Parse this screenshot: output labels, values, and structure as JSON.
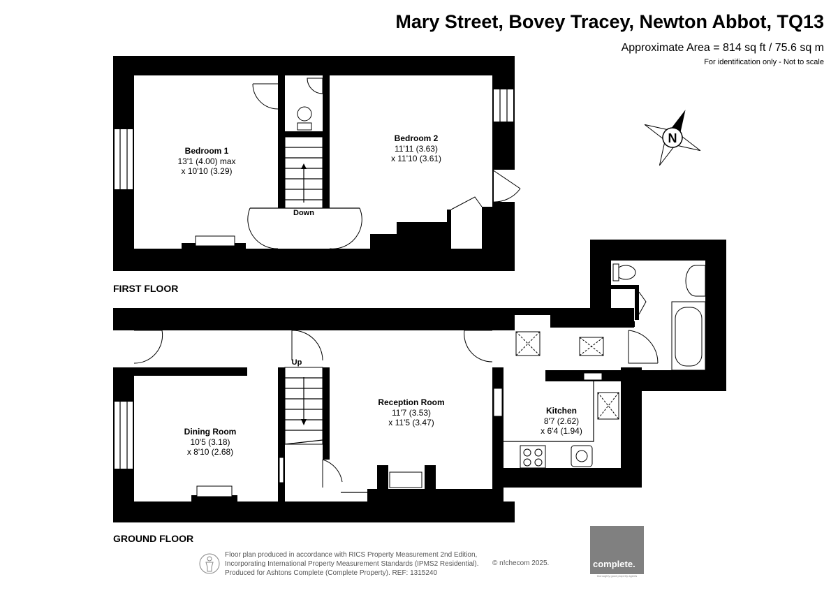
{
  "header": {
    "title": "Mary Street, Bovey Tracey, Newton Abbot, TQ13",
    "area": "Approximate Area = 814 sq ft / 75.6 sq m",
    "note": "For identification only - Not to scale"
  },
  "compass": {
    "label": "N"
  },
  "first_floor": {
    "label": "FIRST FLOOR",
    "stairs_label": "Down",
    "rooms": [
      {
        "name": "Bedroom 1",
        "dims": [
          "13'1 (4.00) max",
          "x 10'10 (3.29)"
        ]
      },
      {
        "name": "Bedroom 2",
        "dims": [
          "11'11 (3.63)",
          "x 11'10 (3.61)"
        ]
      }
    ]
  },
  "ground_floor": {
    "label": "GROUND FLOOR",
    "stairs_label": "Up",
    "rooms": [
      {
        "name": "Dining Room",
        "dims": [
          "10'5 (3.18)",
          "x 8'10 (2.68)"
        ]
      },
      {
        "name": "Reception Room",
        "dims": [
          "11'7 (3.53)",
          "x 11'5 (3.47)"
        ]
      },
      {
        "name": "Kitchen",
        "dims": [
          "8'7 (2.62)",
          "x 6'4 (1.94)"
        ]
      }
    ]
  },
  "footer": {
    "lines": [
      "Floor plan produced in accordance with RICS Property Measurement 2nd Edition,",
      "Incorporating International Property Measurement Standards (IPMS2 Residential).",
      "Produced for Ashtons Complete (Complete Property).   REF:  1315240"
    ],
    "copyright": "© n!checom 2025.",
    "logo_text": "complete.",
    "logo_tagline": "thoroughly good property agents"
  }
}
